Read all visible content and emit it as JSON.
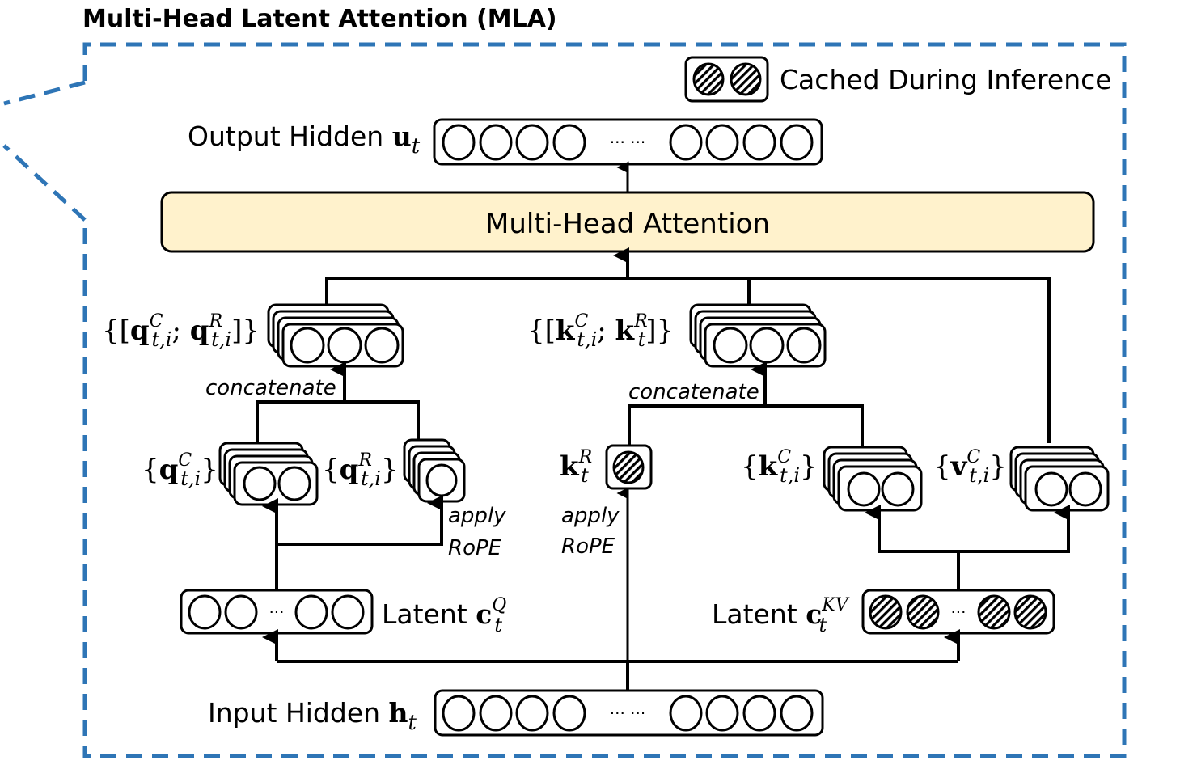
{
  "title": "Multi-Head Latent Attention (MLA)",
  "legend": {
    "label": "Cached During Inference"
  },
  "colors": {
    "frame": "#2e75b6",
    "attention_fill": "#fff2cc",
    "stroke": "#000000"
  },
  "output_hidden": {
    "label": "Output Hidden ",
    "var": "u",
    "sub": "t",
    "ellipsis": "··· ···"
  },
  "attention": {
    "label": "Multi-Head Attention"
  },
  "q_concat": {
    "prefix": "{[",
    "var1": "q",
    "sup1": "C",
    "sub1": "t,i",
    "sep": "; ",
    "var2": "q",
    "sup2": "R",
    "sub2": "t,i",
    "suffix": "]}"
  },
  "k_concat": {
    "prefix": "{[",
    "var1": "k",
    "sup1": "C",
    "sub1": "t,i",
    "sep": "; ",
    "var2": "k",
    "sup2": "R",
    "sub2": "t",
    "suffix": "]}"
  },
  "concatenate_label": "concatenate",
  "q_c": {
    "open": "{",
    "var": "q",
    "sup": "C",
    "sub": "t,i",
    "close": "}"
  },
  "q_r": {
    "open": "{",
    "var": "q",
    "sup": "R",
    "sub": "t,i",
    "close": "}"
  },
  "k_r": {
    "var": "k",
    "sup": "R",
    "sub": "t"
  },
  "k_c": {
    "open": "{",
    "var": "k",
    "sup": "C",
    "sub": "t,i",
    "close": "}"
  },
  "v_c": {
    "open": "{",
    "var": "v",
    "sup": "C",
    "sub": "t,i",
    "close": "}"
  },
  "apply_rope": {
    "line1": "apply",
    "line2": "RoPE"
  },
  "latent_q": {
    "label": "Latent ",
    "var": "c",
    "sup": "Q",
    "sub": "t",
    "ellipsis": "···"
  },
  "latent_kv": {
    "label": "Latent ",
    "var": "c",
    "sup": "KV",
    "sub": "t",
    "ellipsis": "···"
  },
  "input_hidden": {
    "label": "Input Hidden ",
    "var": "h",
    "sub": "t",
    "ellipsis": "··· ···"
  }
}
